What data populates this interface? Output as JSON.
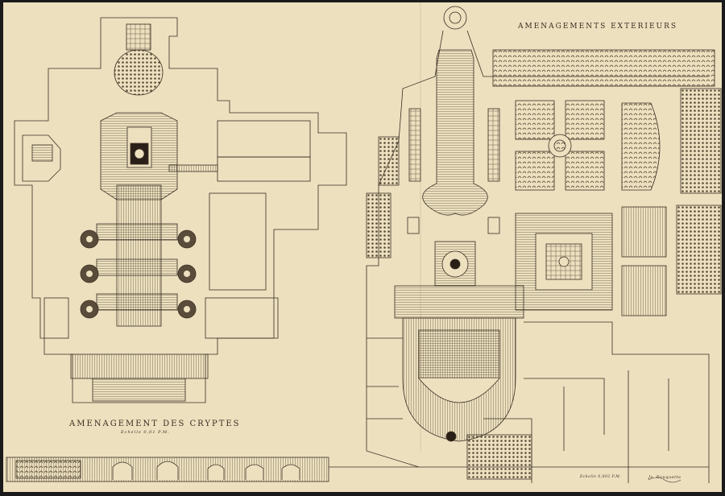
{
  "document": {
    "title_exterior": "AMENAGEMENTS EXTERIEURS",
    "title_crypts": "AMENAGEMENT DES CRYPTES",
    "scale_note_crypts": "Echelle 0,01 P.M.",
    "scale_note_exterior": "Echelle 0,002 P.M.",
    "signature": "Js. Rouquette"
  },
  "colors": {
    "paper": "#ece0bf",
    "ink": "#3a2e22",
    "border": "#1a1a1a"
  }
}
